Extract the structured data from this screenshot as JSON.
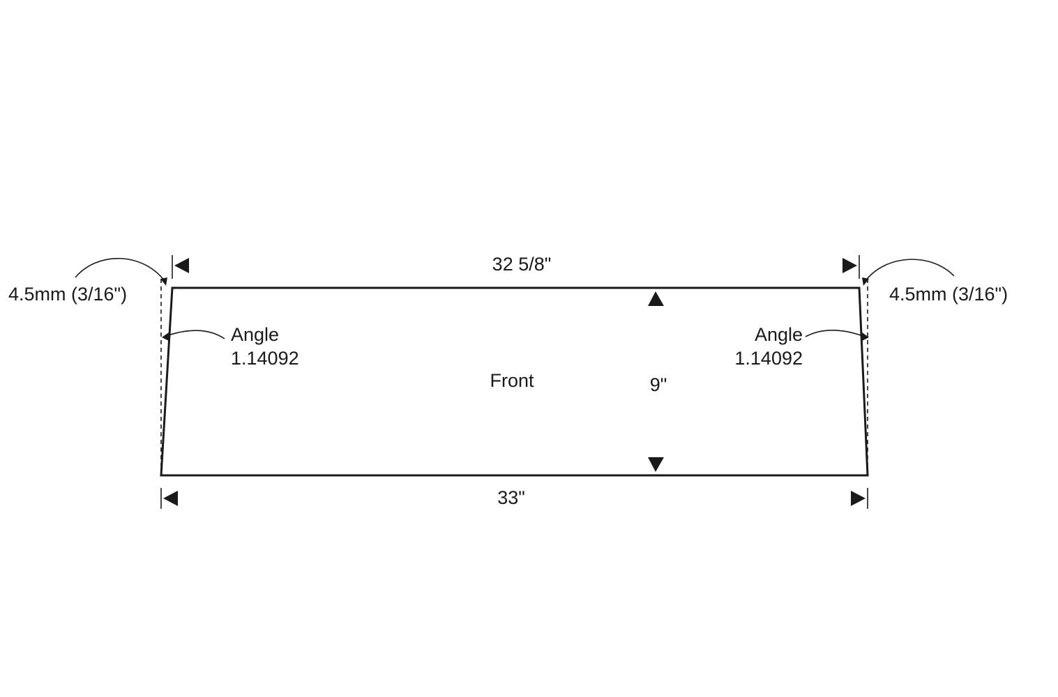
{
  "panel": {
    "name": "Front",
    "top_width": "32 5/8\"",
    "bottom_width": "33\"",
    "height": "9\"",
    "left_offset": "4.5mm (3/16\")",
    "right_offset": "4.5mm (3/16\")",
    "left_angle_label": "Angle",
    "left_angle_value": "1.14092",
    "right_angle_label": "Angle",
    "right_angle_value": "1.14092"
  },
  "colors": {
    "line": "#1a1a1a",
    "background": "#ffffff"
  }
}
